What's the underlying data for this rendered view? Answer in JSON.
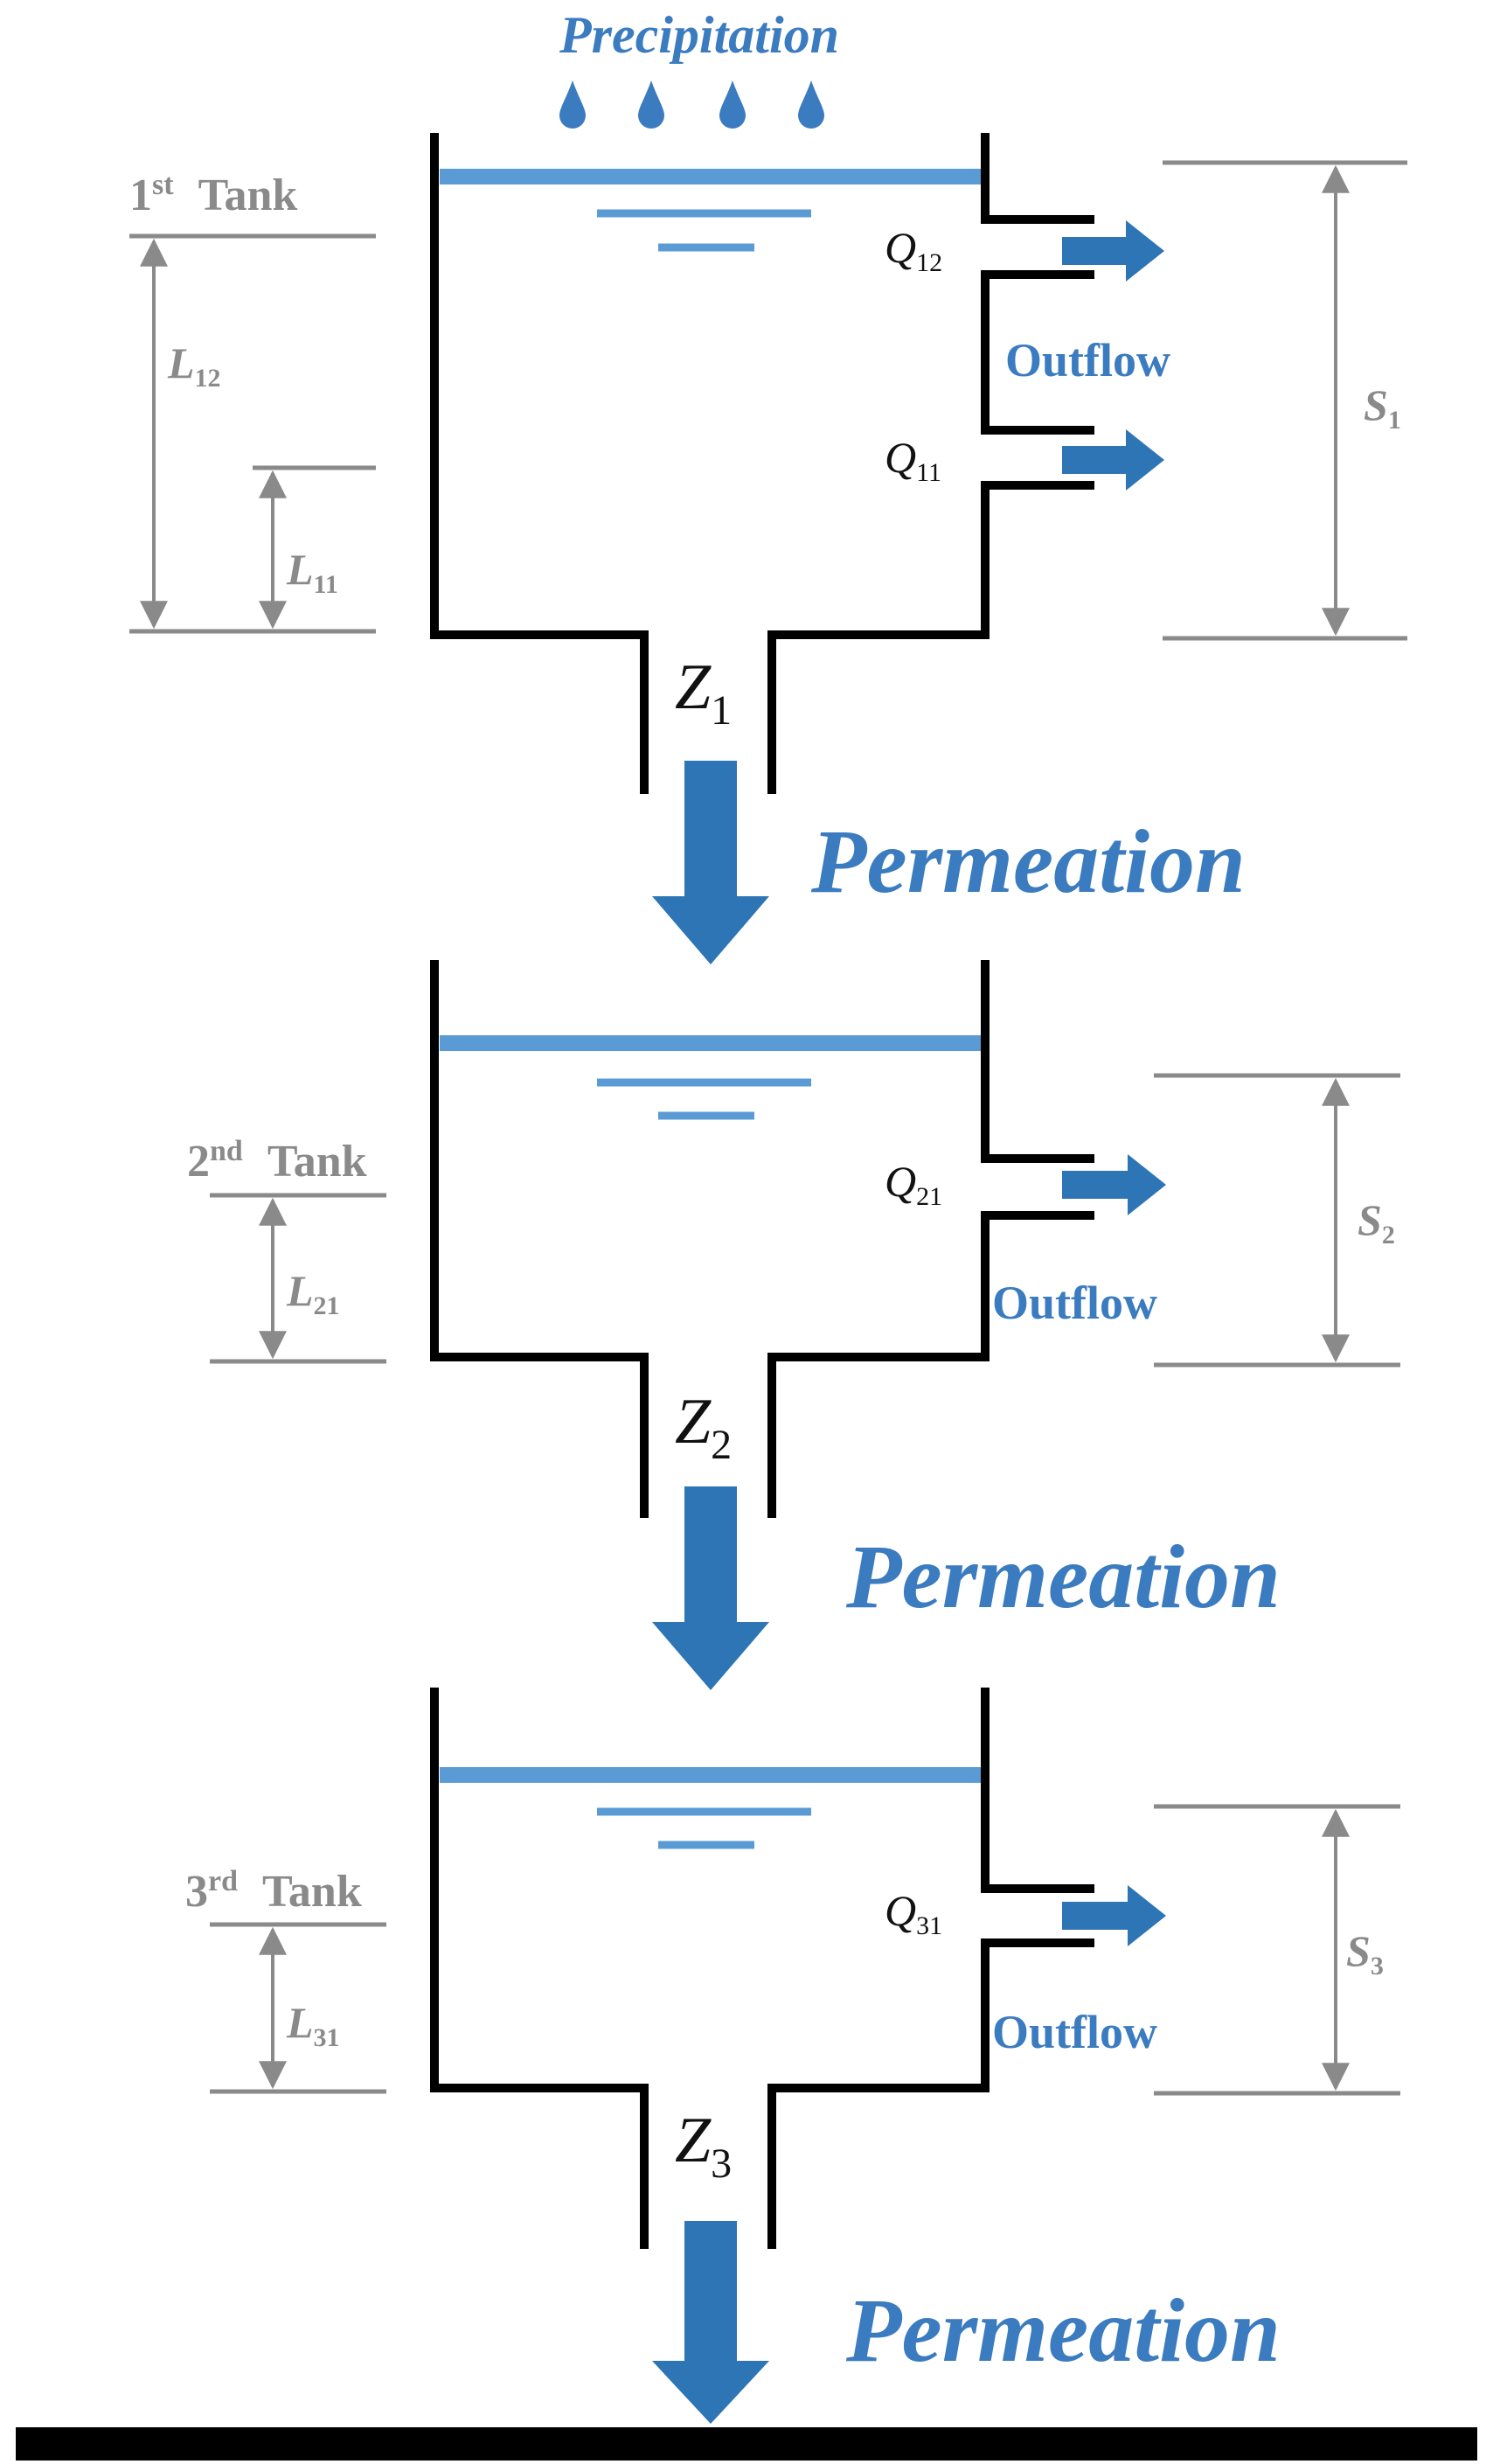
{
  "precipitation_label": "Precipitation",
  "tanks": [
    {
      "ordinal": "1",
      "ordinal_suffix": "st",
      "tank_word": "Tank",
      "levels": [
        {
          "sym": "L",
          "sub": "12"
        },
        {
          "sym": "L",
          "sub": "11"
        }
      ],
      "outlets": [
        {
          "sym": "Q",
          "sub": "12"
        },
        {
          "sym": "Q",
          "sub": "11"
        }
      ],
      "outflow_label": "Outflow",
      "storage": {
        "sym": "S",
        "sub": "1"
      },
      "bottom_outlet": {
        "sym": "Z",
        "sub": "1"
      },
      "permeation_label": "Permeation"
    },
    {
      "ordinal": "2",
      "ordinal_suffix": "nd",
      "tank_word": "Tank",
      "levels": [
        {
          "sym": "L",
          "sub": "21"
        }
      ],
      "outlets": [
        {
          "sym": "Q",
          "sub": "21"
        }
      ],
      "outflow_label": "Outflow",
      "storage": {
        "sym": "S",
        "sub": "2"
      },
      "bottom_outlet": {
        "sym": "Z",
        "sub": "2"
      },
      "permeation_label": "Permeation"
    },
    {
      "ordinal": "3",
      "ordinal_suffix": "rd",
      "tank_word": "Tank",
      "levels": [
        {
          "sym": "L",
          "sub": "31"
        }
      ],
      "outlets": [
        {
          "sym": "Q",
          "sub": "31"
        }
      ],
      "outflow_label": "Outflow",
      "storage": {
        "sym": "S",
        "sub": "3"
      },
      "bottom_outlet": {
        "sym": "Z",
        "sub": "3"
      },
      "permeation_label": "Permeation"
    }
  ],
  "colors": {
    "water": "#5b9bd5",
    "arrow": "#2e75b6",
    "label_blue": "#3b7bbf",
    "dimension_gray": "#8a8a8a",
    "wall": "#000000"
  }
}
